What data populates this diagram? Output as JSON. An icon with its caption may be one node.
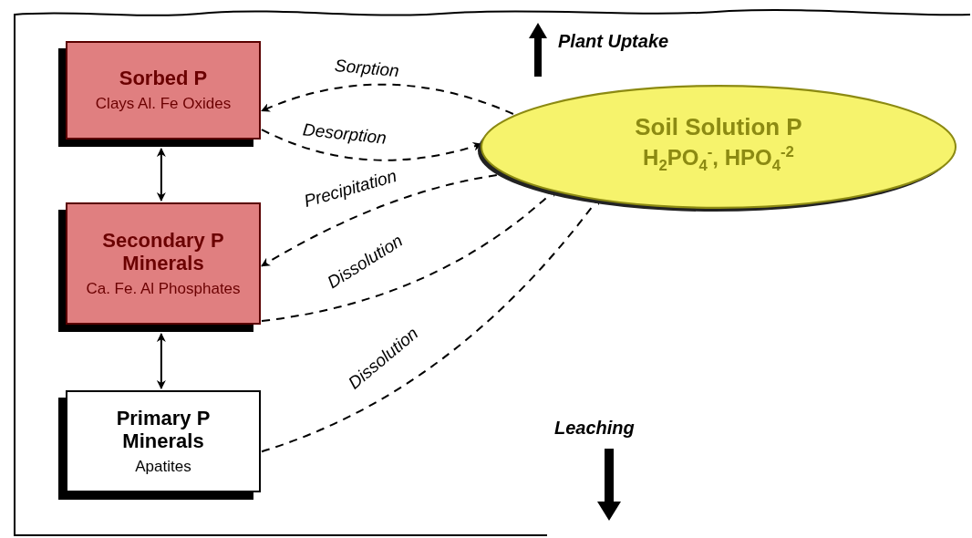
{
  "diagram": {
    "nodes": [
      {
        "text": [
          "Sorbed P",
          "Clays Al. Fe Oxides"
        ]
      },
      {
        "text": [
          "Secondary P Minerals",
          "Ca. Fe. Al Phosphates"
        ]
      },
      {
        "text": [
          "Primary P Minerals",
          "Apatites"
        ]
      },
      {
        "text": [
          "Soil Solution P",
          "H$_{2}$PO$_{4}$$^{-}$, HPO$_{4}$$^{-2}$"
        ]
      }
    ],
    "edges": [
      {
        "from": 3,
        "to": 0,
        "arrow": "to",
        "label": "Sorption",
        "style": "dashed"
      },
      {
        "from": 0,
        "to": 3,
        "arrow": "to",
        "label": "Desorption",
        "style": "dashed"
      },
      {
        "from": 0,
        "to": 1,
        "arrow": "both"
      },
      {
        "from": 3,
        "to": 1,
        "arrow": "to",
        "label": "Precipitation",
        "style": "dashed"
      },
      {
        "from": 1,
        "to": 3,
        "arrow": "to",
        "label": "Dissolution",
        "style": "dashed"
      },
      {
        "from": 1,
        "to": 2,
        "arrow": "both"
      },
      {
        "from": 2,
        "to": 3,
        "arrow": "to",
        "label": "Dissolution",
        "style": "dashed"
      }
    ],
    "labels": [
      "Plant Uptake",
      "Leaching"
    ]
  }
}
